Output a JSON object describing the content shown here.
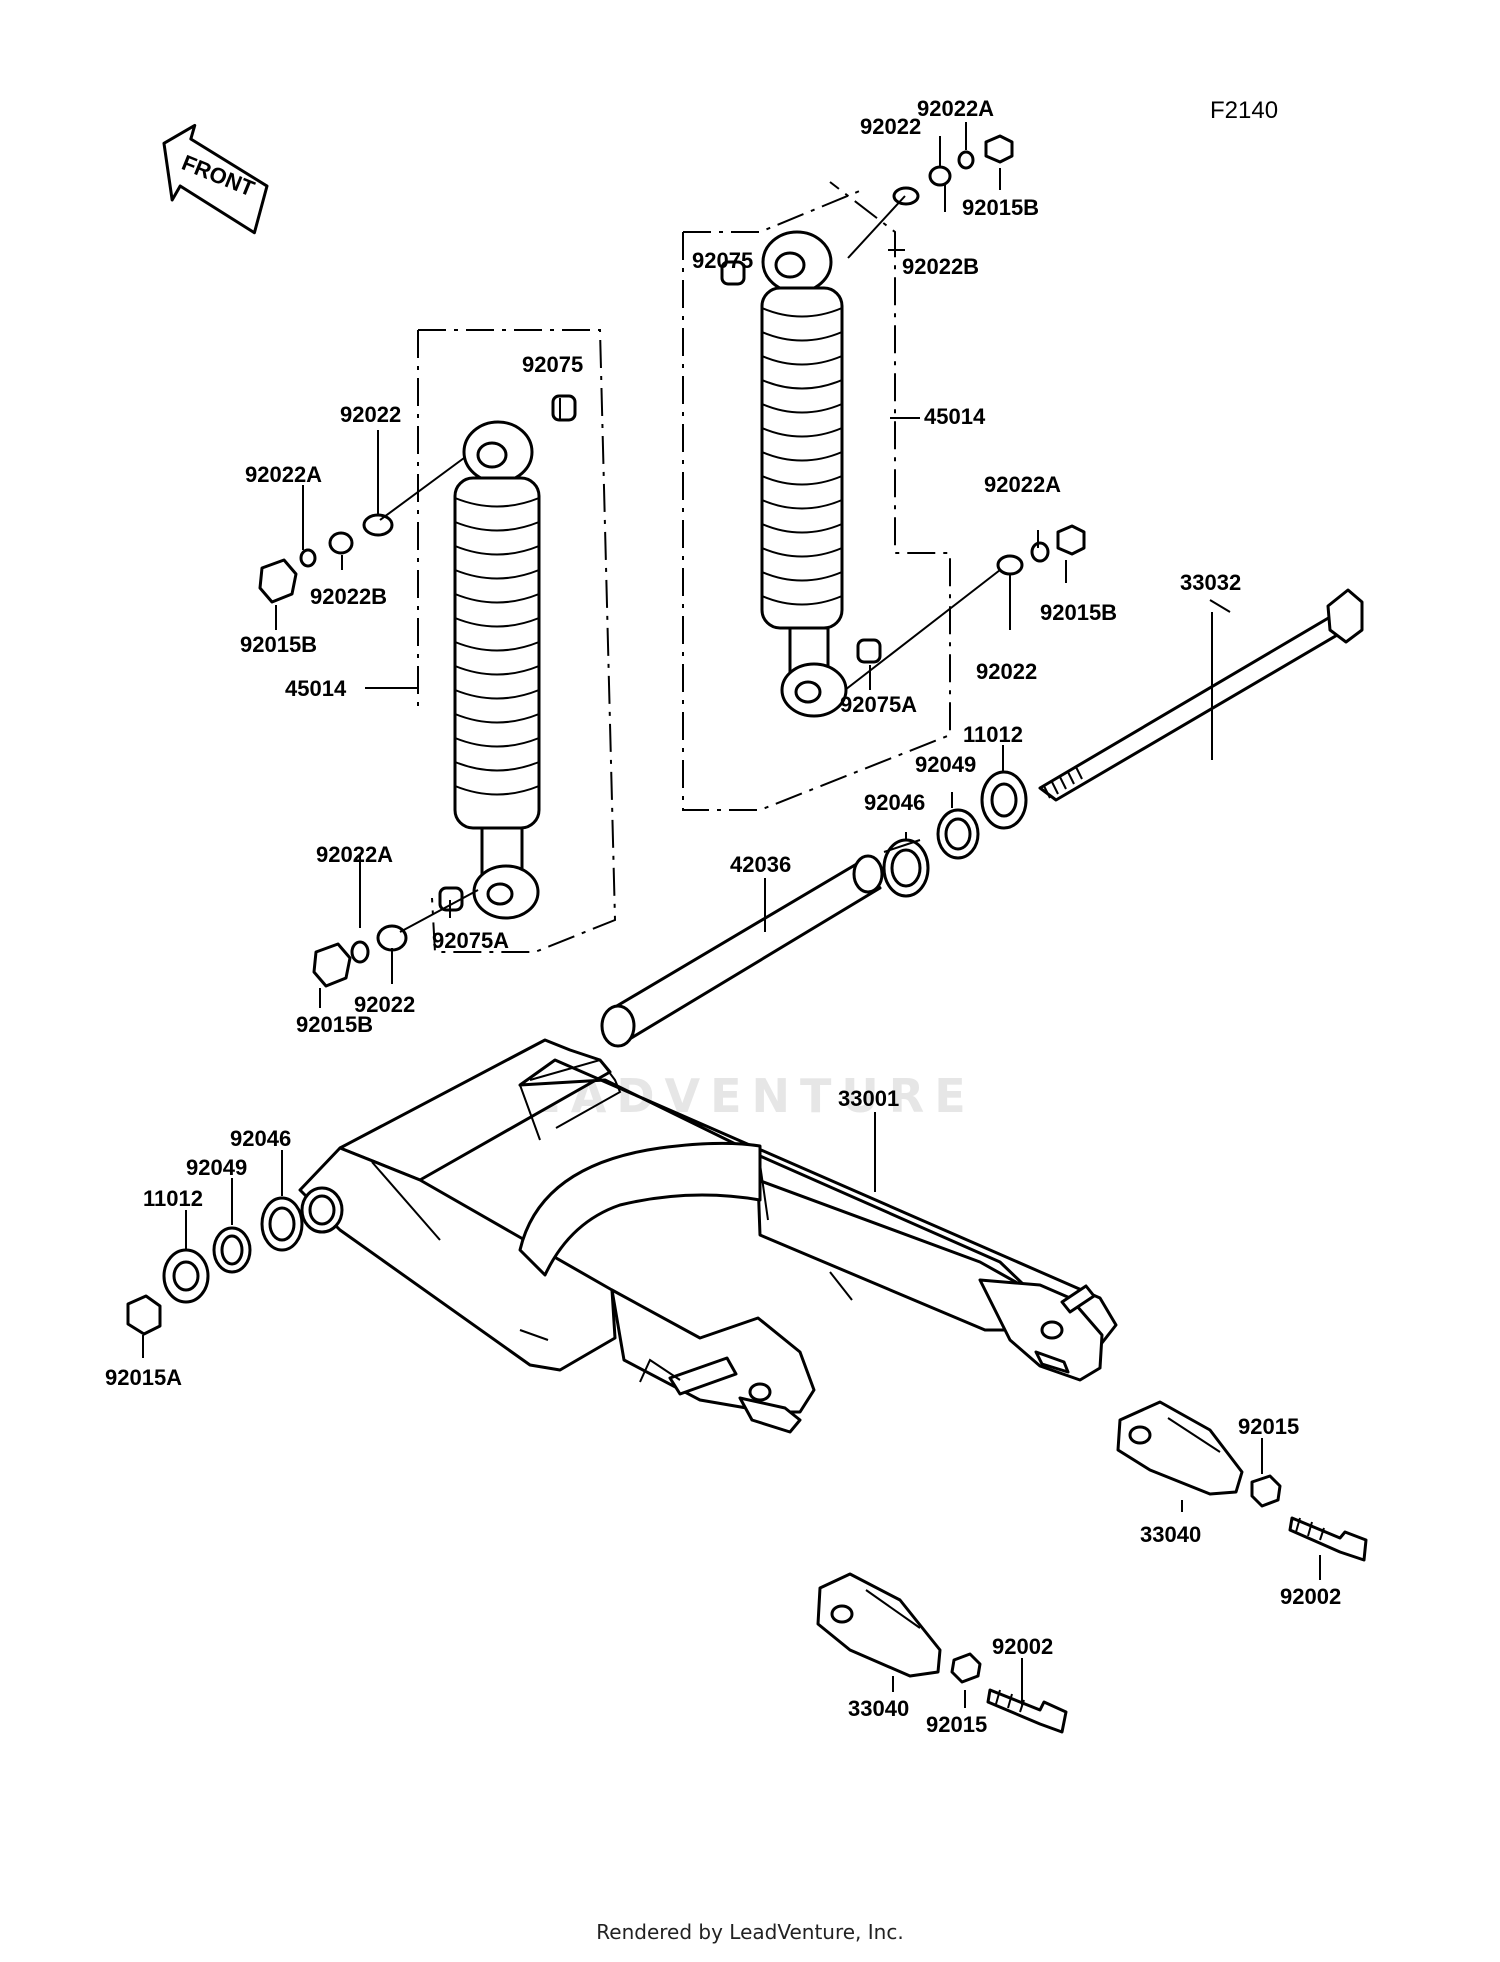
{
  "figure_code": "F2140",
  "front_arrow": "FRONT",
  "watermark": "LEADVENTURE",
  "footer": "Rendered by LeadVenture, Inc.",
  "parts": {
    "p92022A_top": "92022A",
    "p92022_top": "92022",
    "p92015B_top": "92015B",
    "p92075_top": "92075",
    "p92022B_top": "92022B",
    "p45014_right": "45014",
    "p92022A_rmid": "92022A",
    "p92015B_rmid": "92015B",
    "p92022_rmid": "92022",
    "p92075A_right": "92075A",
    "p33032": "33032",
    "p92075_left": "92075",
    "p92022_left": "92022",
    "p92022A_left": "92022A",
    "p92022B_left": "92022B",
    "p92015B_left": "92015B",
    "p45014_left": "45014",
    "p11012_right": "11012",
    "p92049_right": "92049",
    "p92046_right": "92046",
    "p42036": "42036",
    "p92022A_lbot": "92022A",
    "p92075A_left": "92075A",
    "p92022_lbot": "92022",
    "p92015B_lbot": "92015B",
    "p33001": "33001",
    "p92046_left": "92046",
    "p92049_left": "92049",
    "p11012_left": "11012",
    "p92015A": "92015A",
    "p92015_right": "92015",
    "p33040_right": "33040",
    "p92002_right": "92002",
    "p92002_bot": "92002",
    "p33040_bot": "33040",
    "p92015_bot": "92015"
  }
}
